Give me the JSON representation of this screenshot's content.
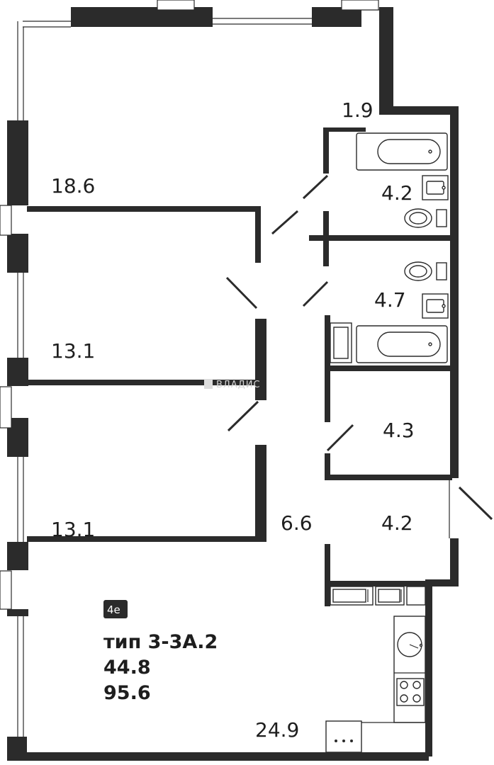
{
  "plan": {
    "rooms_count_badge": "4е",
    "type_label": "тип 3-3А.2",
    "living_area": "44.8",
    "total_area": "95.6",
    "watermark": "ВЛАДИС",
    "room_areas": {
      "balcony": "1.9",
      "room_top": "18.6",
      "bath_top": "4.2",
      "bath_middle": "4.7",
      "room_middle": "13.1",
      "storage": "4.3",
      "room_bottom": "13.1",
      "corridor": "6.6",
      "hall": "4.2",
      "kitchen_living": "24.9"
    },
    "colors": {
      "walls": "#2b2b2b",
      "background": "#ffffff",
      "badge": "#2b2b2b"
    }
  }
}
